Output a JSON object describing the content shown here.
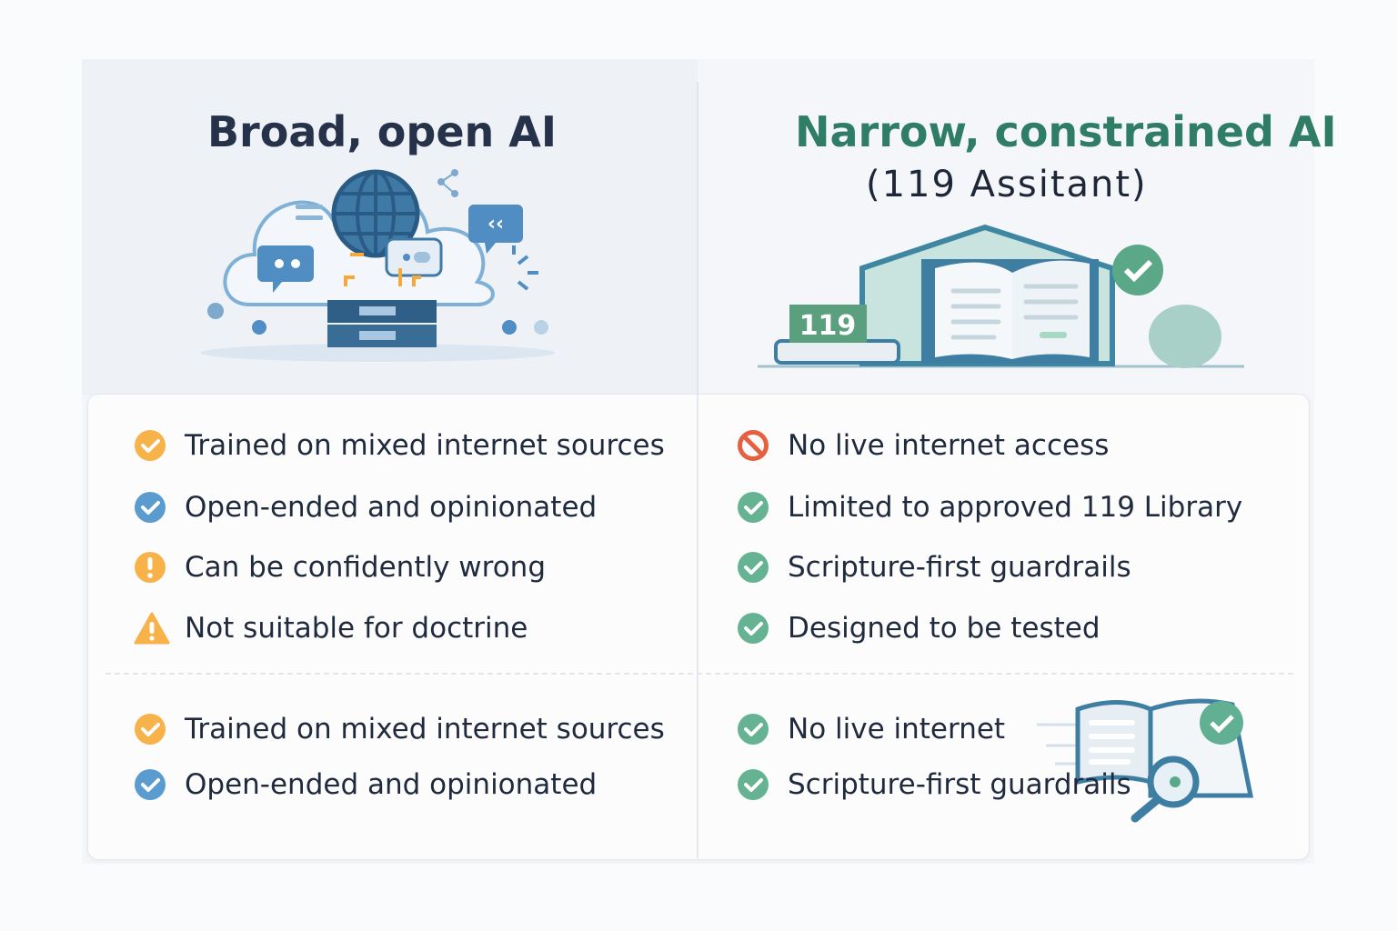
{
  "left": {
    "title": "Broad, open AI",
    "items": [
      {
        "text": "Trained on mixed internet sources",
        "icon": "check-circle-icon",
        "color": "#f8b24a"
      },
      {
        "text": "Open-ended and opinionated",
        "icon": "check-circle-icon",
        "color": "#5a9ccf"
      },
      {
        "text": "Can be confidently wrong",
        "icon": "exclamation-circle-icon",
        "color": "#f8b24a"
      },
      {
        "text": "Not suitable for doctrine",
        "icon": "warning-triangle-icon",
        "color": "#f8b24a"
      }
    ],
    "bottom_items": [
      {
        "text": "Trained on mixed internet sources",
        "icon": "check-circle-icon",
        "color": "#f8b24a"
      },
      {
        "text": "Open-ended and opinionated",
        "icon": "check-circle-icon",
        "color": "#5a9ccf"
      }
    ]
  },
  "right": {
    "title": "Narrow, constrained AI",
    "subtitle": "(119 Assitant)",
    "badge": "119",
    "items": [
      {
        "text": "No live internet access",
        "icon": "no-entry-icon",
        "color": "#e5603f"
      },
      {
        "text": "Limited to approved 119 Library",
        "icon": "check-circle-icon",
        "color": "#66b394"
      },
      {
        "text": "Scripture-first guardrails",
        "icon": "check-circle-icon",
        "color": "#66b394"
      },
      {
        "text": "Designed to be tested",
        "icon": "check-circle-icon",
        "color": "#66b394"
      }
    ],
    "bottom_items": [
      {
        "text": "No live internet",
        "icon": "check-circle-icon",
        "color": "#66b394"
      },
      {
        "text": "Scripture-first guardrails",
        "icon": "check-circle-icon",
        "color": "#66b394"
      }
    ]
  },
  "colors": {
    "left_title": "#25324a",
    "right_title": "#2e7d64",
    "text": "#1f2a3d"
  }
}
